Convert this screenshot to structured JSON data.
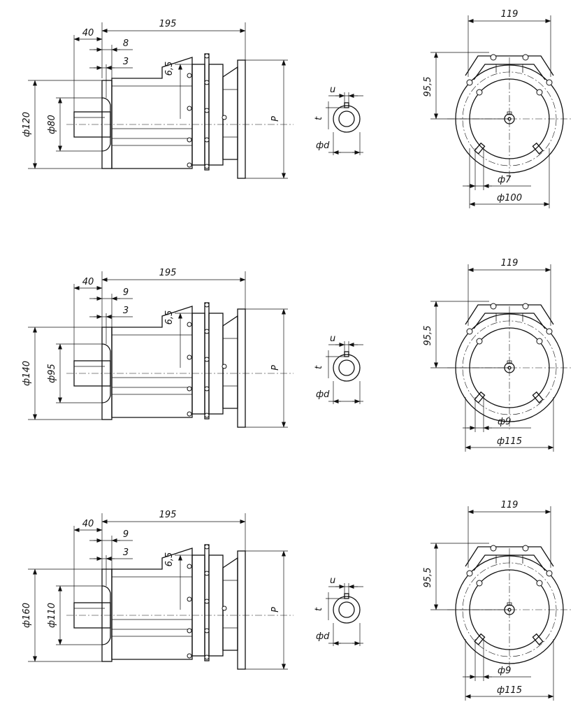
{
  "views": [
    {
      "side": {
        "overall": "195",
        "shaft_len": "40",
        "flange_t": "8",
        "spigot": "3",
        "bolt": "6,5",
        "flange_d": "ф120",
        "pilot_d": "ф80",
        "output": "P"
      },
      "shaft": {
        "u": "u",
        "t": "t",
        "d": "фd"
      },
      "front": {
        "width": "119",
        "height": "95,5",
        "hole_d": "ф7",
        "pcd": "ф100"
      }
    },
    {
      "side": {
        "overall": "195",
        "shaft_len": "40",
        "flange_t": "9",
        "spigot": "3",
        "bolt": "6,5",
        "flange_d": "ф140",
        "pilot_d": "ф95",
        "output": "P"
      },
      "shaft": {
        "u": "u",
        "t": "t",
        "d": "фd"
      },
      "front": {
        "width": "119",
        "height": "95,5",
        "hole_d": "ф9",
        "pcd": "ф115"
      }
    },
    {
      "side": {
        "overall": "195",
        "shaft_len": "40",
        "flange_t": "9",
        "spigot": "3",
        "bolt": "6,5",
        "flange_d": "ф160",
        "pilot_d": "ф110",
        "output": "P"
      },
      "shaft": {
        "u": "u",
        "t": "t",
        "d": "фd"
      },
      "front": {
        "width": "119",
        "height": "95,5",
        "hole_d": "ф9",
        "pcd": "ф115"
      }
    }
  ]
}
